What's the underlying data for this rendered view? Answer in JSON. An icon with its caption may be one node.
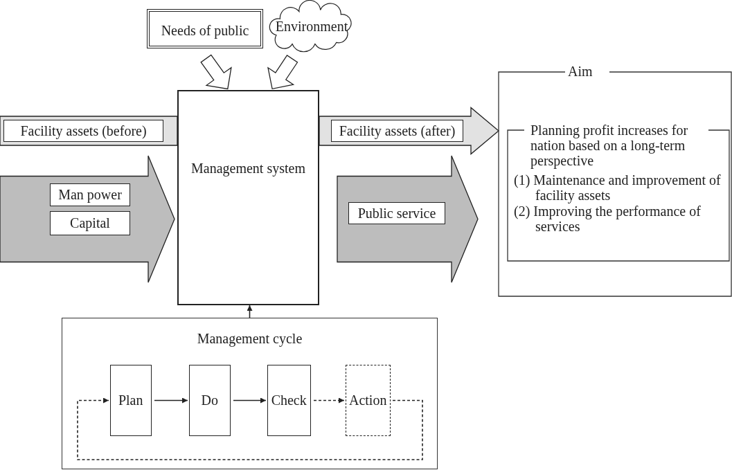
{
  "diagram": {
    "nodes": [
      {
        "text": [
          "Needs of public"
        ]
      },
      {
        "text": [
          "Environment"
        ]
      },
      {
        "text": [
          "Facility assets (before)"
        ]
      },
      {
        "text": [
          "Management system"
        ]
      },
      {
        "text": [
          "Facility assets (after)"
        ]
      },
      {
        "text": [
          "Aim"
        ]
      },
      {
        "text": [
          "Planning profit increases for nation based on a long-term perspective",
          "(1) Maintenance and improvement of facility assets",
          "(2) Improving the performance of services"
        ],
        "in": 5
      },
      {
        "text": [
          "Man power"
        ]
      },
      {
        "text": [
          "Capital"
        ]
      },
      {
        "text": [
          "Public service"
        ]
      },
      {
        "text": [
          "Management cycle"
        ]
      },
      {
        "text": [
          "Plan"
        ],
        "in": 10
      },
      {
        "text": [
          "Do"
        ],
        "in": 10
      },
      {
        "text": [
          "Check"
        ],
        "in": 10
      },
      {
        "text": [
          "Action"
        ],
        "in": 10
      }
    ],
    "edges": [
      {
        "from": 0,
        "to": 3,
        "arrow": "to",
        "style": "thick"
      },
      {
        "from": 1,
        "to": 3,
        "arrow": "to",
        "style": "thick"
      },
      {
        "from": 10,
        "to": 3,
        "arrow": "to"
      },
      {
        "from": 11,
        "to": 12,
        "arrow": "to"
      },
      {
        "from": 12,
        "to": 13,
        "arrow": "to"
      },
      {
        "from": 13,
        "to": 14,
        "arrow": "to",
        "style": "dashed"
      },
      {
        "from": 14,
        "to": 11,
        "arrow": "to",
        "style": "dashed"
      },
      {
        "from": null,
        "to": 3,
        "arrow": "none",
        "style": "thick",
        "color": "#e2e2e2"
      },
      {
        "from": 3,
        "to": 5,
        "arrow": "to",
        "style": "thick",
        "color": "#e2e2e2"
      },
      {
        "from": null,
        "to": 3,
        "arrow": "to",
        "style": "thick",
        "color": "#bdbdbd"
      },
      {
        "from": 3,
        "to": 5,
        "arrow": "to",
        "style": "thick",
        "color": "#bdbdbd"
      }
    ]
  }
}
